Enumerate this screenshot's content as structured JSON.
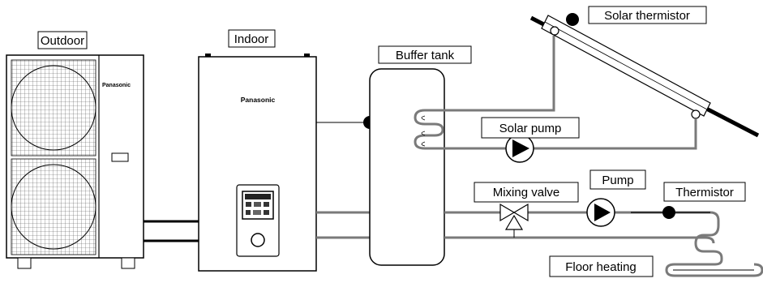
{
  "labels": {
    "outdoor": "Outdoor",
    "indoor": "Indoor",
    "buffer_tank": "Buffer tank",
    "solar_thermistor": "Solar thermistor",
    "solar_pump": "Solar pump",
    "mixing_valve": "Mixing valve",
    "pump": "Pump",
    "thermistor": "Thermistor",
    "floor_heating": "Floor heating"
  },
  "brand": {
    "outdoor": "Panasonic",
    "indoor": "Panasonic"
  },
  "colors": {
    "pipe": "#7a7a7a",
    "line": "#000000",
    "background": "#ffffff"
  }
}
